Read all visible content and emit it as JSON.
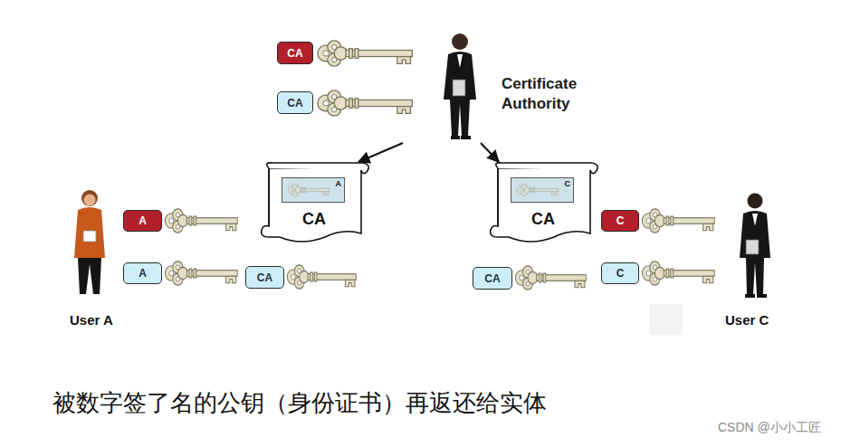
{
  "diagram": {
    "caption": "被数字签了名的公钥（身份证书）再返还给实体",
    "nodes": [
      {
        "text": [
          "CA"
        ]
      },
      {
        "text": [
          "CA"
        ]
      },
      {
        "text": [
          "Certificate Authority"
        ]
      },
      {
        "text": [
          "CA"
        ]
      },
      {
        "text": [
          "A"
        ],
        "in": 3
      },
      {
        "text": [
          "CA"
        ]
      },
      {
        "text": [
          "C"
        ],
        "in": 5
      },
      {
        "text": [
          "A"
        ]
      },
      {
        "text": [
          "A"
        ]
      },
      {
        "text": [
          "CA"
        ]
      },
      {
        "text": [
          "C"
        ]
      },
      {
        "text": [
          "C"
        ]
      },
      {
        "text": [
          "CA"
        ]
      }
    ],
    "edges": [
      {
        "from": 2,
        "to": 3,
        "arrow": "to"
      },
      {
        "from": 2,
        "to": 5,
        "arrow": "to"
      }
    ],
    "labels": [
      "User A",
      "User C",
      "CSDN @小小工匠"
    ]
  }
}
